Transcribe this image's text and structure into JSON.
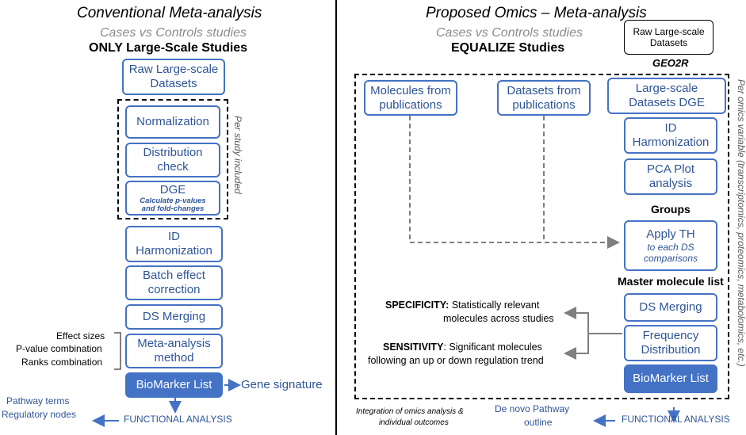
{
  "left": {
    "title": "Conventional Meta-analysis",
    "subtitle": "Cases vs Controls studies",
    "scope": "ONLY Large-Scale Studies",
    "raw_datasets": [
      "Raw Large-scale",
      "Datasets"
    ],
    "per_study": "Per study included",
    "normalization": "Normalization",
    "distribution": [
      "Distribution",
      "check"
    ],
    "dge": "DGE",
    "dge_note": [
      "Calculate p-values",
      "and fold-changes"
    ],
    "id_harmonization": [
      "ID",
      "Harmonization"
    ],
    "batch": [
      "Batch effect",
      "correction"
    ],
    "ds_merging": "DS Merging",
    "meta_method": [
      "Meta-analysis",
      "method"
    ],
    "methods": [
      "Effect sizes",
      "P-value combination",
      "Ranks combination"
    ],
    "biomarker": "BioMarker List",
    "gene_signature": "Gene signature",
    "pathway": [
      "Pathway terms",
      "Regulatory nodes"
    ],
    "functional": "FUNCTIONAL ANALYSIS"
  },
  "right": {
    "title": "Proposed Omics – Meta-analysis",
    "subtitle": "Cases vs Controls studies",
    "scope": "EQUALIZE Studies",
    "raw_datasets": [
      "Raw Large-scale",
      "Datasets"
    ],
    "geo2r": "GEO2R",
    "molecules": [
      "Molecules from",
      "publications"
    ],
    "datasets_pub": [
      "Datasets from",
      "publications"
    ],
    "large_scale_dge": [
      "Large-scale",
      "Datasets DGE"
    ],
    "id_harmonization": [
      "ID",
      "Harmonization"
    ],
    "pca": [
      "PCA Plot",
      "analysis"
    ],
    "groups": "Groups",
    "apply_th": "Apply TH",
    "apply_th_note": [
      "to each DS",
      "comparisons"
    ],
    "master_list": "Master molecule list",
    "ds_merging": "DS Merging",
    "frequency": [
      "Frequency",
      "Distribution"
    ],
    "biomarker": "BioMarker List",
    "specificity_label": "SPECIFICITY:",
    "specificity_text": "Statistically relevant",
    "specificity_text2": "molecules across studies",
    "sensitivity_label": "SENSITIVITY",
    "sensitivity_text": ": Significant molecules",
    "sensitivity_text2": "following an up or down regulation trend",
    "per_omics": "Per omics variable (transcriptomics, proteomics, metabolomics, etc.)",
    "integration": [
      "Integration of omics analysis &",
      "individual outcomes"
    ],
    "de_novo": [
      "De novo Pathway",
      "outline"
    ],
    "functional": "FUNCTIONAL ANALYSIS"
  },
  "colors": {
    "accent": "#4472c4",
    "accent_text": "#2f5597",
    "subtitle_gray": "#8c8c8c"
  }
}
